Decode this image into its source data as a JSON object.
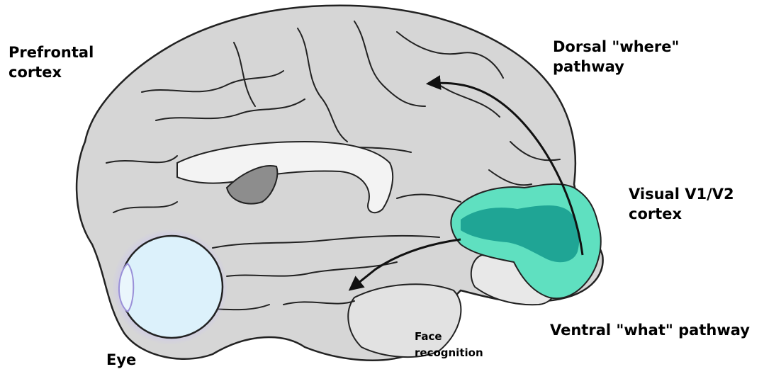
{
  "labels": {
    "prefrontal": {
      "line1": "Prefrontal",
      "line2": "cortex"
    },
    "dorsal": {
      "line1": "Dorsal \"where\"",
      "line2": "pathway"
    },
    "visual": {
      "line1": "Visual V1/V2",
      "line2": "cortex"
    },
    "ventral": "Ventral \"what\" pathway",
    "face": {
      "line1": "Face",
      "line2": "recognition"
    },
    "eye": "Eye"
  },
  "colors": {
    "brain_fill": "#d6d6d6",
    "brain_outline": "#222222",
    "ventricle_fill": "#f3f3f3",
    "thalamus_fill": "#8d8d8d",
    "visual_cortex_light": "#5fe0c0",
    "visual_cortex_dark": "#1fa595",
    "eye_fill": "#dcf1fb",
    "eye_glow": "#c9c3f2",
    "arrow": "#111111"
  }
}
